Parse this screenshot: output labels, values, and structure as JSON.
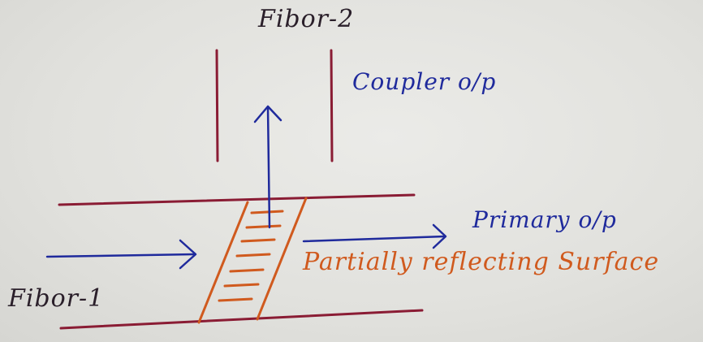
{
  "labels": {
    "fiber2": "Fibor-2",
    "coupler_output": "Coupler o/p",
    "primary_output": "Primary o/p",
    "surface": "Partially reflecting Surface",
    "fiber1": "Fibor-1"
  },
  "colors": {
    "fiber": "#8a1c34",
    "arrow": "#1f2a9c",
    "surface": "#d05a1e",
    "label_fiber": "#2a1f2a",
    "label_blue": "#1f2a9c",
    "label_orange": "#d05a1e"
  }
}
